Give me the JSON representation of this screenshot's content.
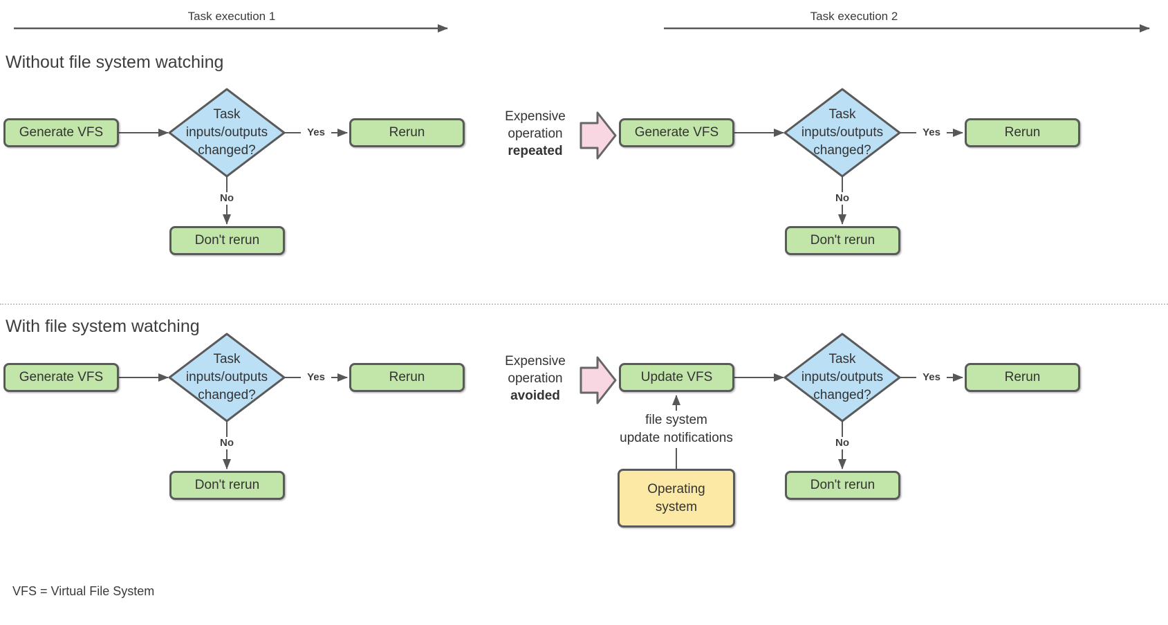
{
  "colors": {
    "process_fill": "#c2e5a9",
    "process_border": "#5a5a5a",
    "decision_fill": "#bbdff5",
    "decision_border": "#5a5a5a",
    "os_fill": "#fce9a5",
    "os_border": "#5a5a5a",
    "annotation_fill": "#f8d6e2",
    "annotation_border": "#666666",
    "connector": "#575757",
    "text": "#333333"
  },
  "timeline": [
    {
      "label": "Task execution 1"
    },
    {
      "label": "Task execution 2"
    }
  ],
  "sections": [
    {
      "heading": "Without file system watching",
      "executions": [
        {
          "start": "Generate VFS",
          "decision": [
            "Task",
            "inputs/outputs",
            "changed?"
          ],
          "yes_label": "Yes",
          "no_label": "No",
          "yes_result": "Rerun",
          "no_result": "Don't rerun"
        },
        {
          "annotation": {
            "line1": "Expensive",
            "line2": "operation",
            "emphasis": "repeated"
          },
          "start": "Generate VFS",
          "decision": [
            "Task",
            "inputs/outputs",
            "changed?"
          ],
          "yes_label": "Yes",
          "no_label": "No",
          "yes_result": "Rerun",
          "no_result": "Don't rerun"
        }
      ]
    },
    {
      "heading": "With file system watching",
      "executions": [
        {
          "start": "Generate VFS",
          "decision": [
            "Task",
            "inputs/outputs",
            "changed?"
          ],
          "yes_label": "Yes",
          "no_label": "No",
          "yes_result": "Rerun",
          "no_result": "Don't rerun"
        },
        {
          "annotation": {
            "line1": "Expensive",
            "line2": "operation",
            "emphasis": "avoided"
          },
          "start": "Update VFS",
          "decision": [
            "Task",
            "inputs/outputs",
            "changed?"
          ],
          "yes_label": "Yes",
          "no_label": "No",
          "yes_result": "Rerun",
          "no_result": "Don't rerun",
          "notification": {
            "line1": "file system",
            "line2": "update notifications"
          },
          "os_source": {
            "line1": "Operating",
            "line2": "system"
          }
        }
      ]
    }
  ],
  "footnote": "VFS = Virtual File System"
}
